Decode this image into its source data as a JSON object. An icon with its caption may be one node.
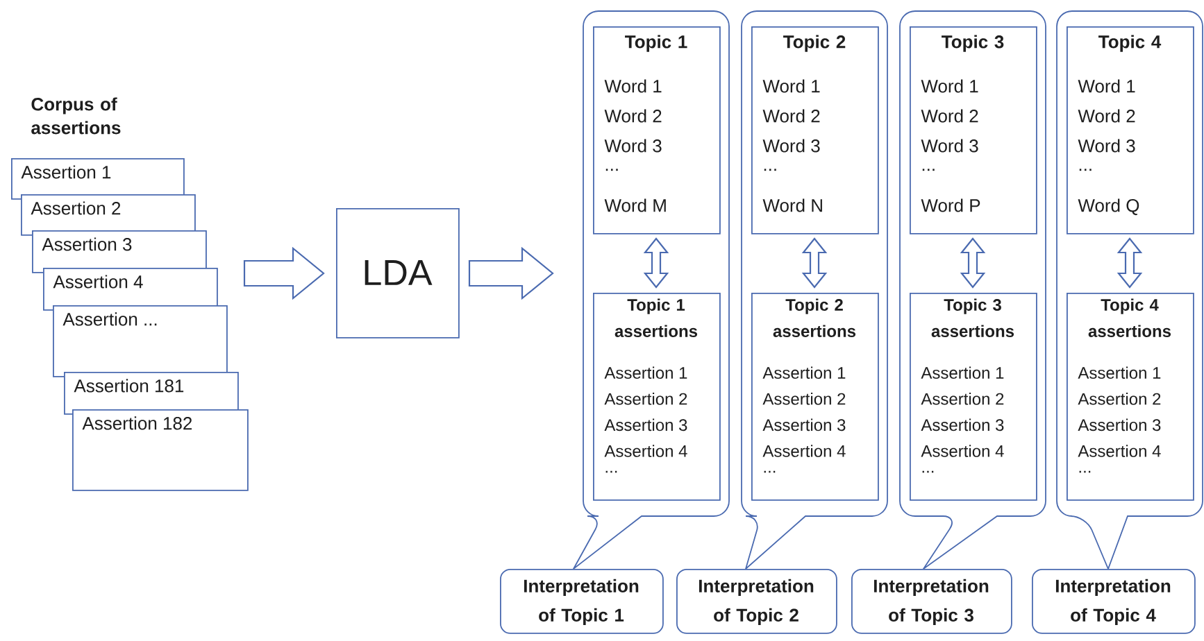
{
  "diagram": {
    "nodes": [
      {
        "text": [
          "Assertion 1"
        ]
      },
      {
        "text": [
          "Assertion 2"
        ]
      },
      {
        "text": [
          "Assertion 3"
        ]
      },
      {
        "text": [
          "Assertion 4"
        ]
      },
      {
        "text": [
          "Assertion ..."
        ]
      },
      {
        "text": [
          "Assertion 181"
        ]
      },
      {
        "text": [
          "Assertion 182"
        ]
      },
      {
        "text": [
          "LDA"
        ]
      },
      {
        "text": [],
        "shape": "callout"
      },
      {
        "text": [
          "Topic 1",
          "Word 1",
          "Word 2",
          "Word 3",
          "...",
          "Word M"
        ],
        "in": 8
      },
      {
        "text": [
          "Topic 1 assertions",
          "Assertion 1",
          "Assertion 2",
          "Assertion 3",
          "Assertion 4",
          "..."
        ],
        "in": 8
      },
      {
        "text": [
          "Interpretation of Topic 1"
        ]
      },
      {
        "text": [],
        "shape": "callout"
      },
      {
        "text": [
          "Topic 2",
          "Word 1",
          "Word 2",
          "Word 3",
          "...",
          "Word N"
        ],
        "in": 12
      },
      {
        "text": [
          "Topic 2 assertions",
          "Assertion 1",
          "Assertion 2",
          "Assertion 3",
          "Assertion 4",
          "..."
        ],
        "in": 12
      },
      {
        "text": [
          "Interpretation of Topic 2"
        ]
      },
      {
        "text": [],
        "shape": "callout"
      },
      {
        "text": [
          "Topic 3",
          "Word 1",
          "Word 2",
          "Word 3",
          "...",
          "Word P"
        ],
        "in": 16
      },
      {
        "text": [
          "Topic 3 assertions",
          "Assertion 1",
          "Assertion 2",
          "Assertion 3",
          "Assertion 4",
          "..."
        ],
        "in": 16
      },
      {
        "text": [
          "Interpretation of Topic 3"
        ]
      },
      {
        "text": [],
        "shape": "callout"
      },
      {
        "text": [
          "Topic 4",
          "Word 1",
          "Word 2",
          "Word 3",
          "...",
          "Word Q"
        ],
        "in": 20
      },
      {
        "text": [
          "Topic 4 assertions",
          "Assertion 1",
          "Assertion 2",
          "Assertion 3",
          "Assertion 4",
          "..."
        ],
        "in": 20
      },
      {
        "text": [
          "Interpretation of Topic 4"
        ]
      }
    ],
    "edges": [
      {
        "from": 3,
        "to": 7,
        "arrow": "to"
      },
      {
        "from": 7,
        "to": 8,
        "arrow": "to"
      },
      {
        "from": 9,
        "to": 10,
        "arrow": "both"
      },
      {
        "from": 13,
        "to": 14,
        "arrow": "both"
      },
      {
        "from": 17,
        "to": 18,
        "arrow": "both"
      },
      {
        "from": 21,
        "to": 22,
        "arrow": "both"
      }
    ],
    "labels": [
      "Corpus of assertions"
    ]
  }
}
